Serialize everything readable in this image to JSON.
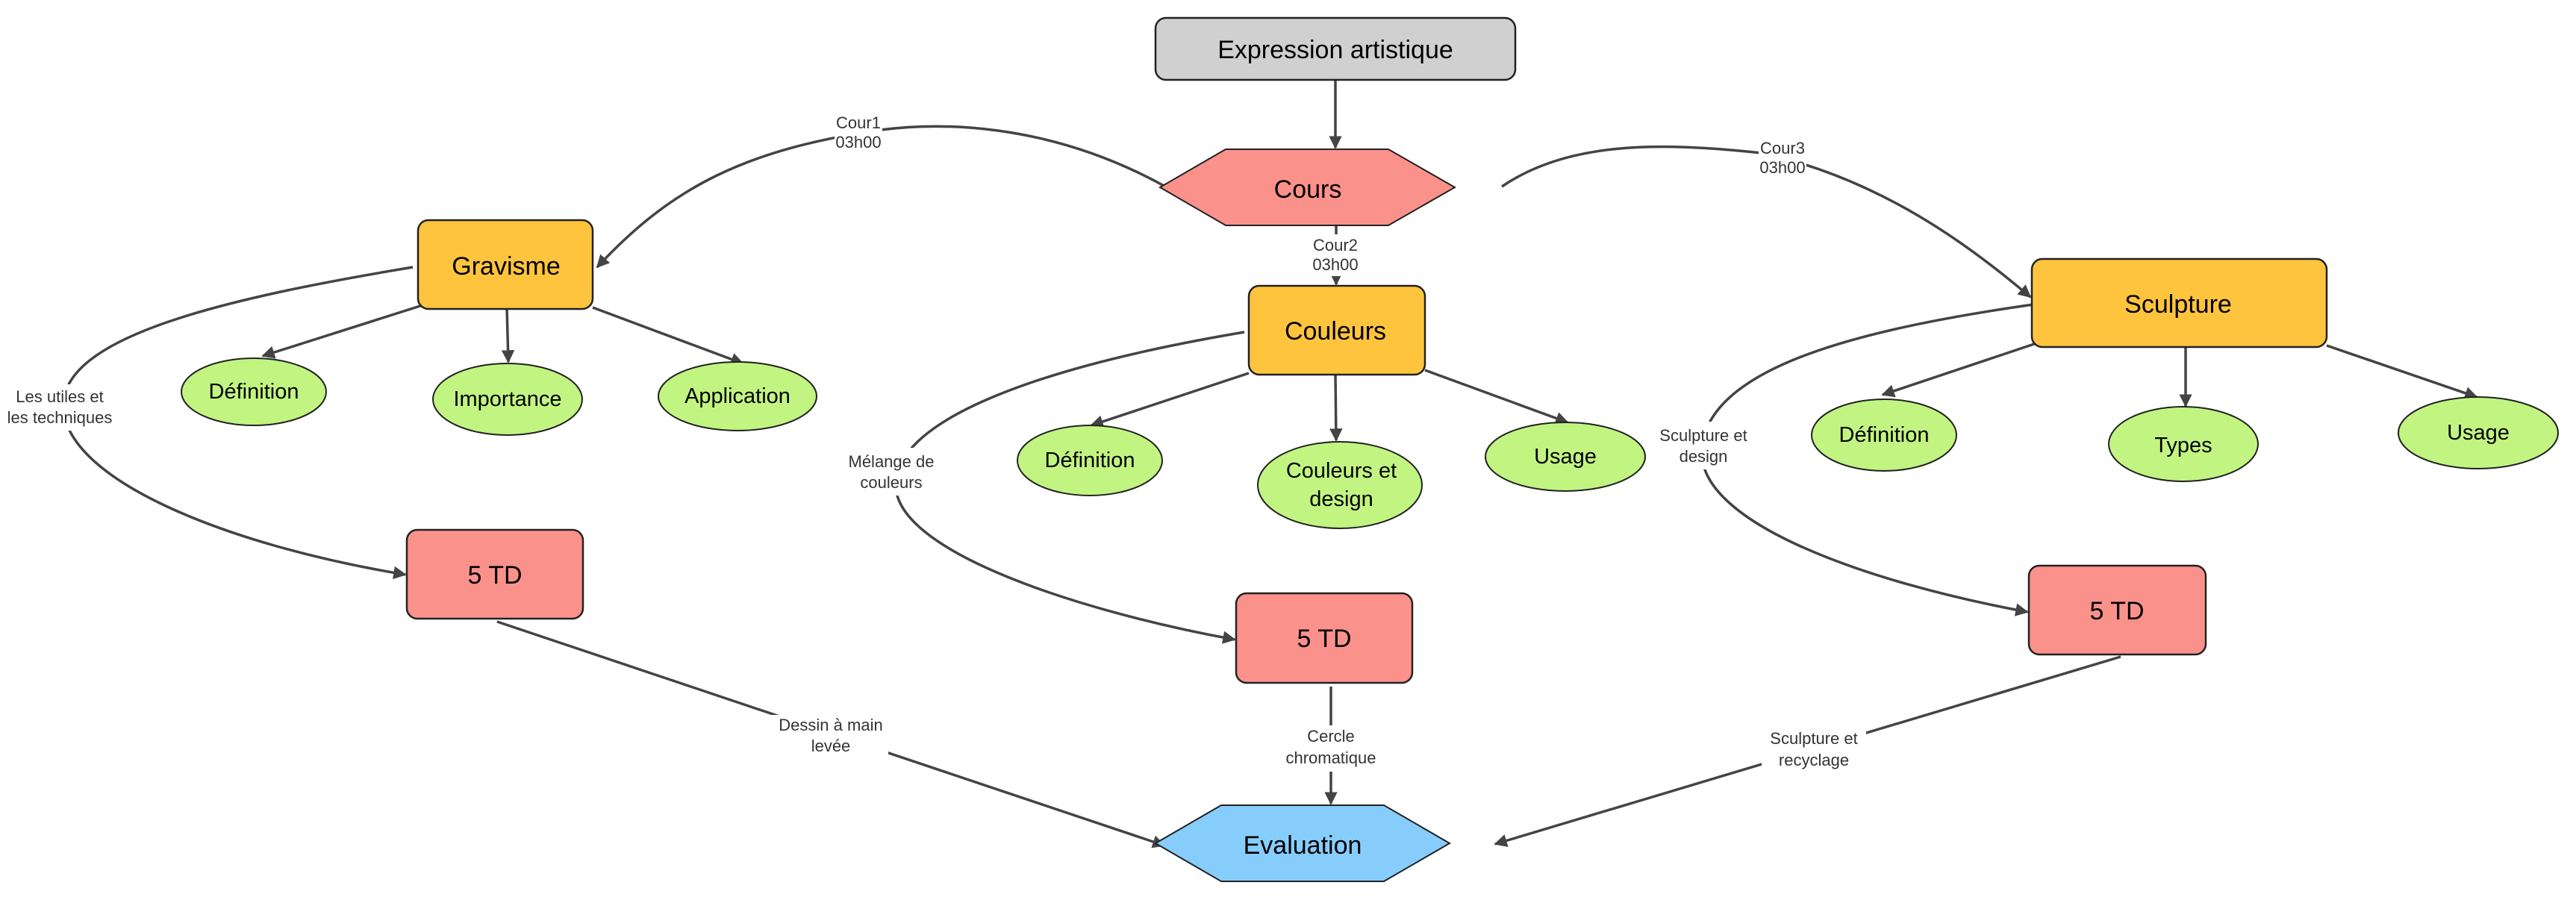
{
  "diagram": {
    "colors": {
      "root_fill": "#d0d0d0",
      "hub_fill": "#fa928b",
      "topic_fill": "#fec43d",
      "leaf_fill": "#c2f482",
      "td_fill": "#fa928b",
      "eval_fill": "#87cdfb",
      "stroke": "#222222",
      "edge": "#444444"
    },
    "nodes": {
      "root": {
        "label": "Expression artistique"
      },
      "cours": {
        "label": "Cours"
      },
      "gravisme": {
        "label": "Gravisme"
      },
      "couleurs": {
        "label": "Couleurs"
      },
      "sculpture": {
        "label": "Sculpture"
      },
      "grav_def": {
        "label": "Définition"
      },
      "grav_imp": {
        "label": "Importance"
      },
      "grav_app": {
        "label": "Application"
      },
      "coul_def": {
        "label": "Définition"
      },
      "coul_design_l1": {
        "label": "Couleurs et"
      },
      "coul_design_l2": {
        "label": "design"
      },
      "coul_usage": {
        "label": "Usage"
      },
      "sculp_def": {
        "label": "Définition"
      },
      "sculp_types": {
        "label": "Types"
      },
      "sculp_usage": {
        "label": "Usage"
      },
      "td_left": {
        "label": "5 TD"
      },
      "td_mid": {
        "label": "5 TD"
      },
      "td_right": {
        "label": "5 TD"
      },
      "evaluation": {
        "label": "Evaluation"
      }
    },
    "edge_labels": {
      "cour1": [
        "Cour1",
        "03h00"
      ],
      "cour2": [
        "Cour2",
        "03h00"
      ],
      "cour3": [
        "Cour3",
        "03h00"
      ],
      "grav_td": [
        "Les utiles et",
        "les techniques"
      ],
      "coul_td": [
        "Mélange de",
        "couleurs"
      ],
      "sculp_td": [
        "Sculpture et",
        "design"
      ],
      "td_left_eval": [
        "Dessin à main",
        "levée"
      ],
      "td_mid_eval": [
        "Cercle",
        "chromatique"
      ],
      "td_right_eval": [
        "Sculpture et",
        "recyclage"
      ]
    }
  }
}
